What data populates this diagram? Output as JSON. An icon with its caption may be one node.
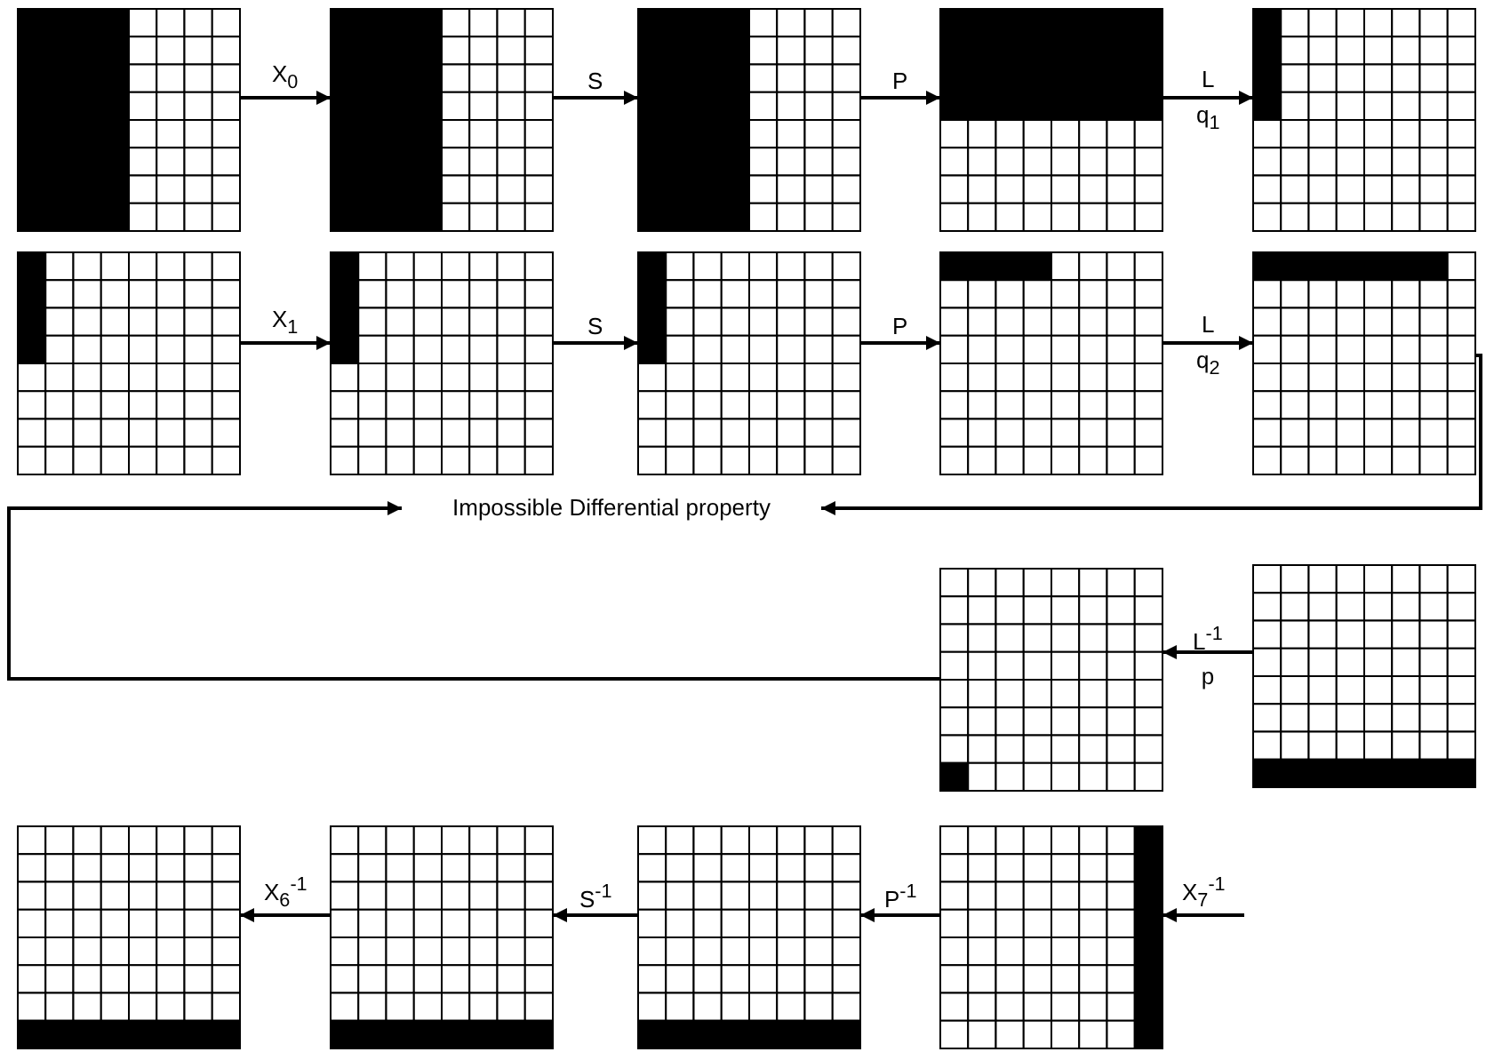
{
  "diagram": {
    "nodes": [
      {
        "text": [],
        "shape": "grid"
      },
      {
        "text": [],
        "shape": "grid"
      },
      {
        "text": [],
        "shape": "grid"
      },
      {
        "text": [],
        "shape": "grid"
      },
      {
        "text": [],
        "shape": "grid"
      },
      {
        "text": [],
        "shape": "grid"
      },
      {
        "text": [],
        "shape": "grid"
      },
      {
        "text": [],
        "shape": "grid"
      },
      {
        "text": [],
        "shape": "grid"
      },
      {
        "text": [],
        "shape": "grid"
      },
      {
        "text": [
          "Impossible Differential property"
        ]
      },
      {
        "text": [],
        "shape": "grid"
      },
      {
        "text": [],
        "shape": "grid"
      },
      {
        "text": [],
        "shape": "grid"
      },
      {
        "text": [],
        "shape": "grid"
      },
      {
        "text": [],
        "shape": "grid"
      },
      {
        "text": [],
        "shape": "grid"
      }
    ],
    "edges": [
      {
        "from": 0,
        "to": 1,
        "arrow": "to",
        "label": "X$_{0}$"
      },
      {
        "from": 1,
        "to": 2,
        "arrow": "to",
        "label": "S"
      },
      {
        "from": 2,
        "to": 3,
        "arrow": "to",
        "label": "P"
      },
      {
        "from": 3,
        "to": 4,
        "arrow": "to",
        "label": "L q$_{1}$"
      },
      {
        "from": 5,
        "to": 6,
        "arrow": "to",
        "label": "X$_{1}$"
      },
      {
        "from": 6,
        "to": 7,
        "arrow": "to",
        "label": "S"
      },
      {
        "from": 7,
        "to": 8,
        "arrow": "to",
        "label": "P"
      },
      {
        "from": 8,
        "to": 9,
        "arrow": "to",
        "label": "L q$_{2}$"
      },
      {
        "from": 9,
        "to": 10,
        "arrow": "to"
      },
      {
        "from": 11,
        "to": 10,
        "arrow": "to"
      },
      {
        "from": 12,
        "to": 11,
        "arrow": "to",
        "label": "L$^{-1}$ p"
      },
      {
        "from": null,
        "to": 16,
        "arrow": "to",
        "label": "X$_{7}$$^{-1}$"
      },
      {
        "from": 16,
        "to": 15,
        "arrow": "to",
        "label": "P$^{-1}$"
      },
      {
        "from": 15,
        "to": 14,
        "arrow": "to",
        "label": "S$^{-1}$"
      },
      {
        "from": 14,
        "to": 13,
        "arrow": "to",
        "label": "X$_{6}$$^{-1}$"
      }
    ]
  }
}
